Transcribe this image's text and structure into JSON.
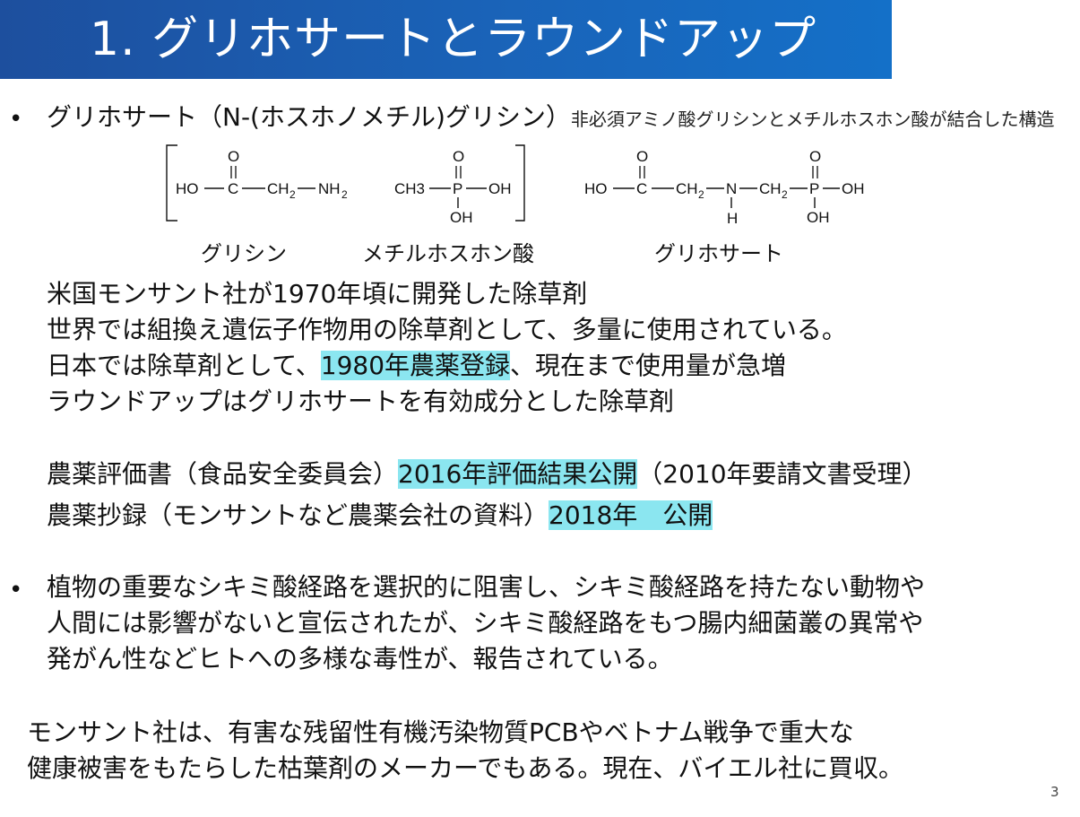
{
  "title": "1. グリホサートとラウンドアップ",
  "bullet_symbol": "•",
  "intro": {
    "term": "グリホサート（N-(ホスホノメチル)グリシン）",
    "description": "非必須アミノ酸グリシンとメチルホスホン酸が結合した構造"
  },
  "structures": {
    "glycine": {
      "label": "グリシン",
      "ho": "HO",
      "o": "O",
      "c": "C",
      "ch2": "CH",
      "sub2": "2",
      "nh2": "NH",
      "nh_sub": "2"
    },
    "methylphosphonic": {
      "label": "メチルホスホン酸",
      "ch3": "CH3",
      "p": "P",
      "o": "O",
      "oh": "OH"
    },
    "glyphosate": {
      "label": "グリホサート",
      "ho": "HO",
      "o": "O",
      "c": "C",
      "ch2": "CH",
      "sub2": "2",
      "n": "N",
      "h": "H",
      "p": "P",
      "oh": "OH"
    }
  },
  "facts": {
    "l1": "米国モンサント社が1970年頃に開発した除草剤",
    "l2": "世界では組換え遺伝子作物用の除草剤として、多量に使用されている。",
    "l3_a": "日本では除草剤として、",
    "l3_hl": "1980年農薬登録",
    "l3_b": "、現在まで使用量が急増",
    "l4": "ラウンドアップはグリホサートを有効成分とした除草剤"
  },
  "eval": {
    "l1_a": "農薬評価書（食品安全委員会）",
    "l1_hl": "2016年評価結果公開",
    "l1_b": "（2010年要請文書受理）",
    "l2_a": "農薬抄録（モンサントなど農薬会社の資料）",
    "l2_hl": "2018年　公開"
  },
  "effects": {
    "l1": "植物の重要なシキミ酸経路を選択的に阻害し、シキミ酸経路を持たない動物や",
    "l2": "人間には影響がないと宣伝されたが、シキミ酸経路をもつ腸内細菌叢の異常や",
    "l3": "発がん性などヒトへの多様な毒性が、報告されている。"
  },
  "monsanto": {
    "l1": "モンサント社は、有害な残留性有機汚染物質PCBやベトナム戦争で重大な",
    "l2": "健康被害をもたらした枯葉剤のメーカーでもある。現在、バイエル社に買収。"
  },
  "page_number": "3",
  "colors": {
    "title_bar": "#1a63b8",
    "highlight": "#8be6f0"
  }
}
